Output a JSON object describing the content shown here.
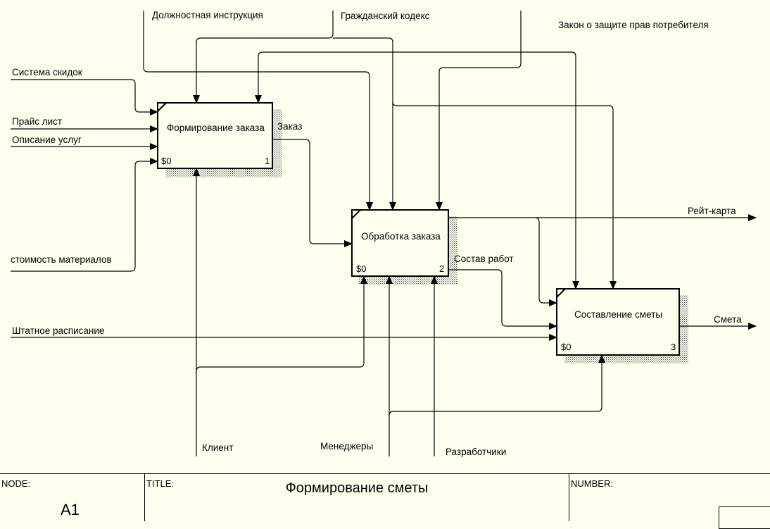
{
  "activities": [
    {
      "label": "Формирование заказа",
      "code": "$0",
      "number": "1"
    },
    {
      "label": "Обработка заказа",
      "code": "$0",
      "number": "2"
    },
    {
      "label": "Составление сметы",
      "code": "$0",
      "number": "3"
    }
  ],
  "arrow_labels": {
    "job_description": "Должностная инструкция",
    "civil_code": "Гражданский кодекс",
    "consumer_law": "Закон о защите прав потребителя",
    "discount_system": "Система скидок",
    "price_list": "Прайс лист",
    "service_description": "Описание услуг",
    "material_cost": "стоимость материалов",
    "order": "Заказ",
    "rating_card": "Рейт-карта",
    "work_scope": "Состав работ",
    "estimate": "Смета",
    "staff_schedule": "Штатное расписание",
    "client": "Клиент",
    "managers": "Менеджеры",
    "developers": "Разработчики"
  },
  "footer": {
    "node_label": "NODE:",
    "node_value": "A1",
    "title_label": "TITLE:",
    "title_value": "Формирование сметы",
    "number_label": "NUMBER:"
  }
}
